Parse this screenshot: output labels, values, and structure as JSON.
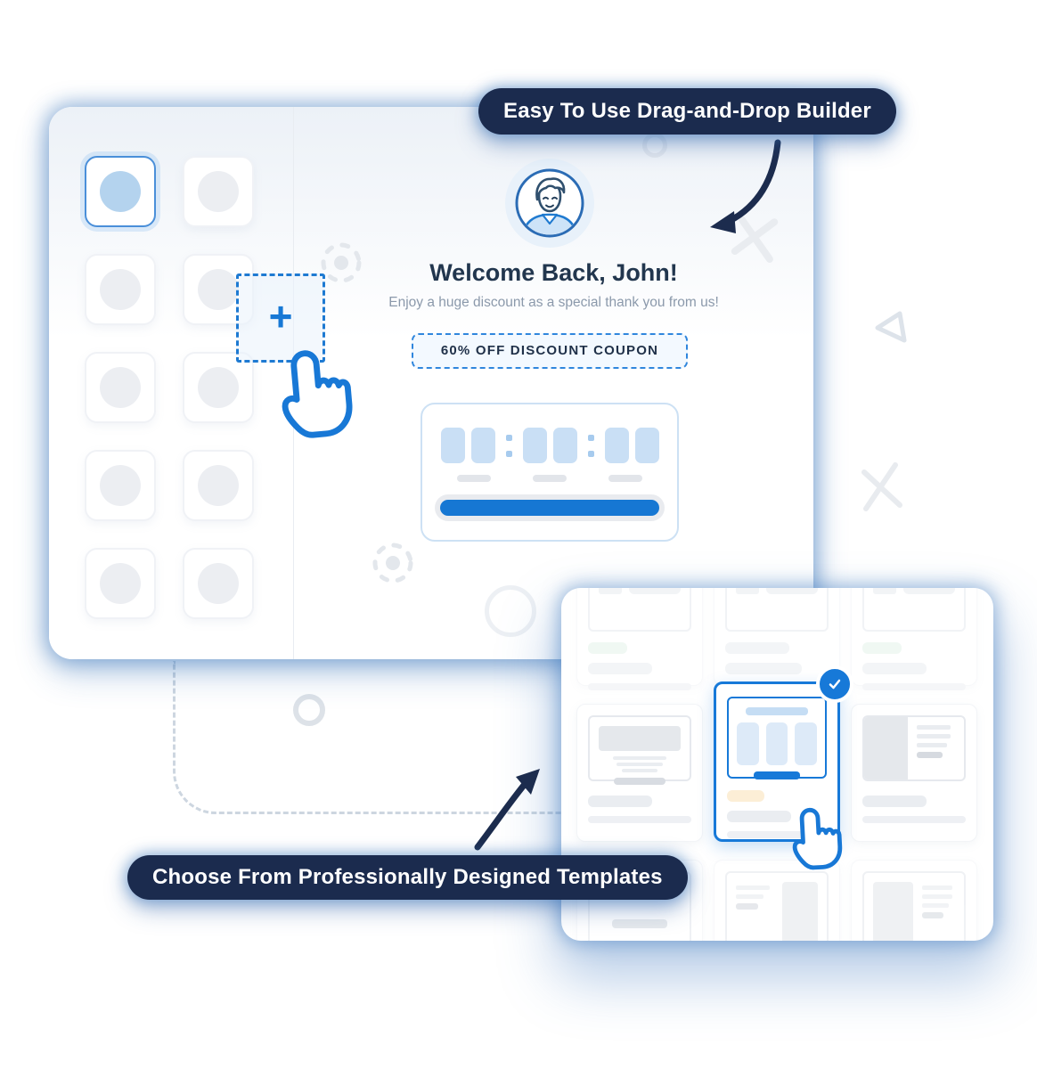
{
  "callouts": {
    "builder": "Easy To Use Drag-and-Drop Builder",
    "templates": "Choose From Professionally Designed Templates"
  },
  "builder": {
    "welcome_prefix": "Welcome Back, ",
    "welcome_name": "John",
    "welcome_suffix": "!",
    "subtitle": "Enjoy a huge discount as a special thank you from us!",
    "coupon_label": "60% OFF DISCOUNT COUPON",
    "add_block_glyph": "+",
    "sidebar": {
      "thumbnail_count": 10,
      "active_thumbnail": 1
    },
    "countdown": {
      "digit_groups": 3,
      "digits_per_group": 2,
      "progress_percent": 100
    }
  },
  "templates_panel": {
    "grid": {
      "rows": 3,
      "cols": 3
    },
    "selected": {
      "row": 2,
      "col": 2
    }
  },
  "colors": {
    "accent_blue": "#1779d8",
    "navy_pill": "#1b2b4e",
    "light_blue_fill": "#c9dff5",
    "pale_blue_fill": "#ddeaf8",
    "cream_accent": "#fceed6",
    "mint_accent": "#e3f2ea",
    "placeholder_gray": "#e8ebef"
  }
}
